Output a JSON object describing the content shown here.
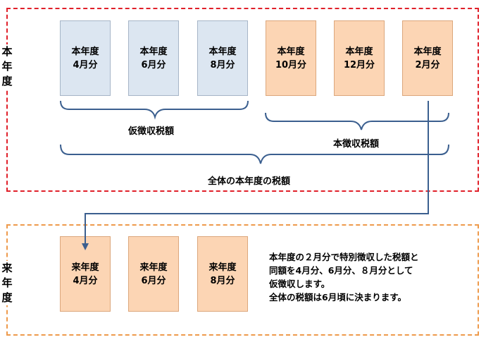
{
  "side_labels": {
    "this_year": [
      "本",
      "年",
      "度"
    ],
    "next_year": [
      "来",
      "年",
      "度"
    ]
  },
  "current_year_boxes": [
    {
      "line1": "本年度",
      "line2": "4月分"
    },
    {
      "line1": "本年度",
      "line2": "6月分"
    },
    {
      "line1": "本年度",
      "line2": "8月分"
    },
    {
      "line1": "本年度",
      "line2": "10月分"
    },
    {
      "line1": "本年度",
      "line2": "12月分"
    },
    {
      "line1": "本年度",
      "line2": "2月分"
    }
  ],
  "next_year_boxes": [
    {
      "line1": "来年度",
      "line2": "4月分"
    },
    {
      "line1": "来年度",
      "line2": "6月分"
    },
    {
      "line1": "来年度",
      "line2": "8月分"
    }
  ],
  "brace_labels": {
    "provisional": "仮徴収税額",
    "main": "本徴収税額",
    "total": "全体の本年度の税額"
  },
  "note_lines": [
    "本年度の２月分で特別徴収した税額と",
    "同額を4月分、6月分、８月分として",
    "仮徴収します。",
    "全体の税額は6月頃に決まります。"
  ],
  "colors": {
    "this_year_border": "#e0202a",
    "next_year_border": "#ee9a4c",
    "provisional_box": "#dce6f1",
    "main_box": "#fcd5b4",
    "brace_and_arrow": "#3b5f8f"
  }
}
